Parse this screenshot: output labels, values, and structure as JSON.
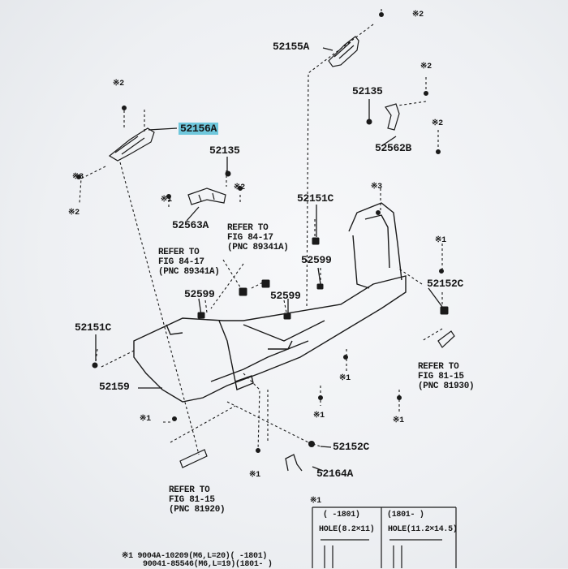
{
  "parts": {
    "p52155A": "52155A",
    "p52135_top": "52135",
    "p52562B": "52562B",
    "p52156A": "52156A",
    "p52135_mid": "52135",
    "p52563A": "52563A",
    "p52151C_right": "52151C",
    "p52599_a": "52599",
    "p52599_b": "52599",
    "p52599_c": "52599",
    "p52152C_right": "52152C",
    "p52151C_left": "52151C",
    "p52159": "52159",
    "p52152C_bottom": "52152C",
    "p52164A": "52164A"
  },
  "markers": {
    "m2_top": "※2",
    "m2_a": "※2",
    "m2_b": "※2",
    "m2_c": "※2",
    "m2_d": "※2",
    "m2_e": "※2",
    "m3_left": "※3",
    "m3_right": "※3",
    "m1_a": "※1",
    "m1_b": "※1",
    "m1_c": "※1",
    "m1_d": "※1",
    "m1_e": "※1",
    "m1_f": "※1",
    "m1_g": "※1",
    "m1_inset": "※1"
  },
  "refs": {
    "ref1": {
      "l1": "REFER TO",
      "l2": "FIG 84-17",
      "l3": "(PNC 89341A)"
    },
    "ref2": {
      "l1": "REFER TO",
      "l2": "FIG 84-17",
      "l3": "(PNC 89341A)"
    },
    "ref3": {
      "l1": "REFER TO",
      "l2": "FIG 81-15",
      "l3": "(PNC 81930)"
    },
    "ref4": {
      "l1": "REFER TO",
      "l2": "FIG 81-15",
      "l3": "(PNC 81920)"
    }
  },
  "inset": {
    "col1_head": "(   -1801)",
    "col2_head": "(1801-   )",
    "hole1": "HOLE(8.2×11)",
    "hole2": "HOLE(11.2×14.5)"
  },
  "footnote": {
    "line1": "※1  9004A-10209(M6,L=20)(     -1801)",
    "line2": "90041-85546(M6,L=19)(1801-    )"
  },
  "colors": {
    "highlight": "#6fc7dc",
    "line": "#1a1a1a"
  }
}
